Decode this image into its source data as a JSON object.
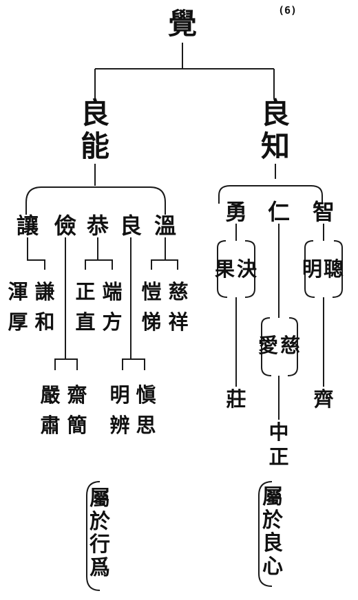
{
  "page_number": "(6)",
  "root": "覺",
  "branches": {
    "left": {
      "title": [
        "良",
        "能"
      ],
      "virtues": [
        "讓",
        "儉",
        "恭",
        "良",
        "溫"
      ],
      "pairs": [
        [
          "謙",
          "渾",
          "和",
          "厚"
        ],
        [
          "端",
          "正",
          "方",
          "直"
        ],
        [
          "慈",
          "愷",
          "祥",
          "悌"
        ]
      ],
      "lower": [
        [
          "齋",
          "嚴",
          "簡",
          "肅"
        ],
        [
          "愼",
          "明",
          "思",
          "辨"
        ]
      ],
      "note": [
        "屬",
        "於",
        "行",
        "爲"
      ]
    },
    "right": {
      "title": [
        "良",
        "知"
      ],
      "virtues": [
        "勇",
        "仁",
        "智"
      ],
      "brace_groups": [
        [
          "果",
          "決"
        ],
        [
          "愛",
          "慈"
        ],
        [
          "明",
          "聰"
        ]
      ],
      "bottom": [
        "莊",
        "齊"
      ],
      "center_chain": [
        "中",
        "正"
      ],
      "note": [
        "屬",
        "於",
        "良",
        "心"
      ]
    }
  }
}
